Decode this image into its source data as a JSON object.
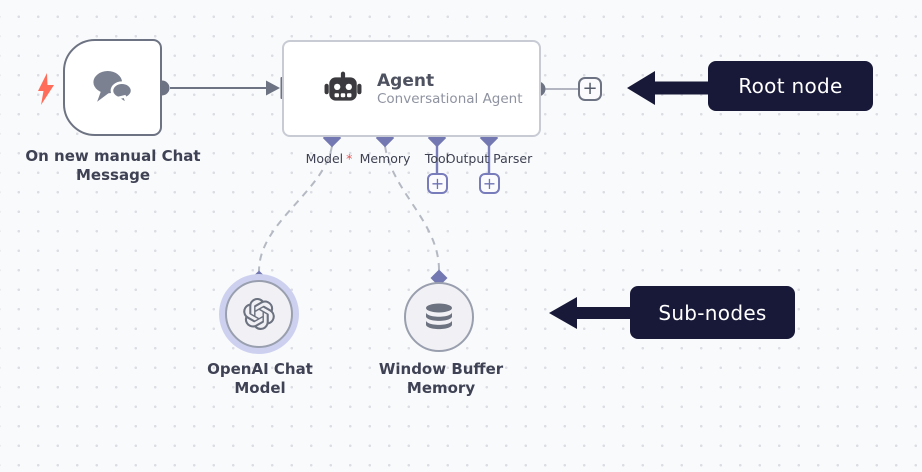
{
  "canvas": {
    "background": "#f9fafb",
    "dot_color": "#dcdde4"
  },
  "colors": {
    "accent_purple": "#7478b2",
    "purple_border": "#787cba",
    "callout_navy": "#181938",
    "connector_gray": "#6d7382",
    "agent_border": "#c9cbd4",
    "dashed_edge_gray": "#b5b9c3",
    "bolt_coral": "#ff6d5a",
    "icon_gray": "#6d7280",
    "chat_icon_gray": "#7b8191",
    "robot_dark": "#3b3b3f",
    "required_red": "#e05555",
    "text_dark": "#3f4254",
    "subtitle_gray": "#8f93a0",
    "selection_halo": "#cdd1ef"
  },
  "trigger_node": {
    "label": "On new manual Chat Message",
    "icons": [
      "bolt-icon",
      "chat-bubbles-icon"
    ]
  },
  "agent_node": {
    "title": "Agent",
    "subtitle": "Conversational Agent",
    "icon": "robot-icon",
    "output_add_button_label": "+",
    "connectors": [
      {
        "label": "Model",
        "required_marker": "*",
        "has_add_button": false
      },
      {
        "label": "Memory",
        "required_marker": "",
        "has_add_button": false
      },
      {
        "label": "Tool",
        "required_marker": "",
        "has_add_button": true,
        "add_button_label": "+"
      },
      {
        "label": "Output Parser",
        "required_marker": "",
        "has_add_button": true,
        "add_button_label": "+"
      }
    ]
  },
  "sub_nodes": [
    {
      "label": "OpenAI Chat Model",
      "icon": "openai-logo-icon",
      "selected": true
    },
    {
      "label": "Window Buffer Memory",
      "icon": "database-icon",
      "selected": false
    }
  ],
  "callouts": [
    {
      "label": "Root node"
    },
    {
      "label": "Sub-nodes"
    }
  ]
}
